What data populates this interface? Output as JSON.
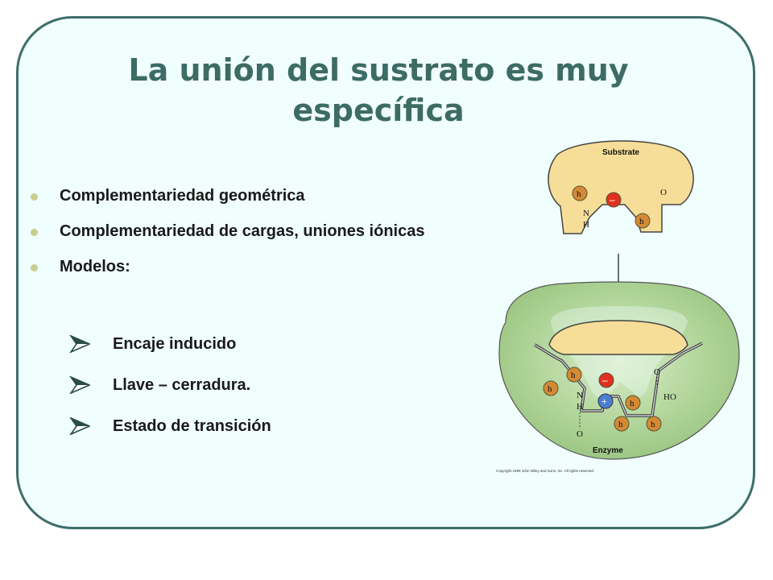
{
  "title": "La unión del sustrato es muy específica",
  "bullets": [
    "Complementariedad geométrica",
    "Complementariedad de cargas, uniones iónicas",
    "Modelos:"
  ],
  "sub_bullets": [
    "Encaje inducido",
    "Llave – cerradura.",
    "Estado de transición"
  ],
  "diagram": {
    "substrate_label": "Substrate",
    "enzyme_label": "Enzyme",
    "h": "h",
    "minus": "–",
    "plus": "+",
    "o": "O",
    "n": "N",
    "nh_h": "H",
    "ho": "HO",
    "copyright": "Copyright 1999 John Wiley and Sons, Inc. All rights reserved.",
    "colors": {
      "substrate": "#f7de98",
      "enzyme": "#9fc887",
      "h_circle": "#d48a35",
      "minus_circle": "#e0301e",
      "plus_circle": "#4a7fd0"
    }
  }
}
